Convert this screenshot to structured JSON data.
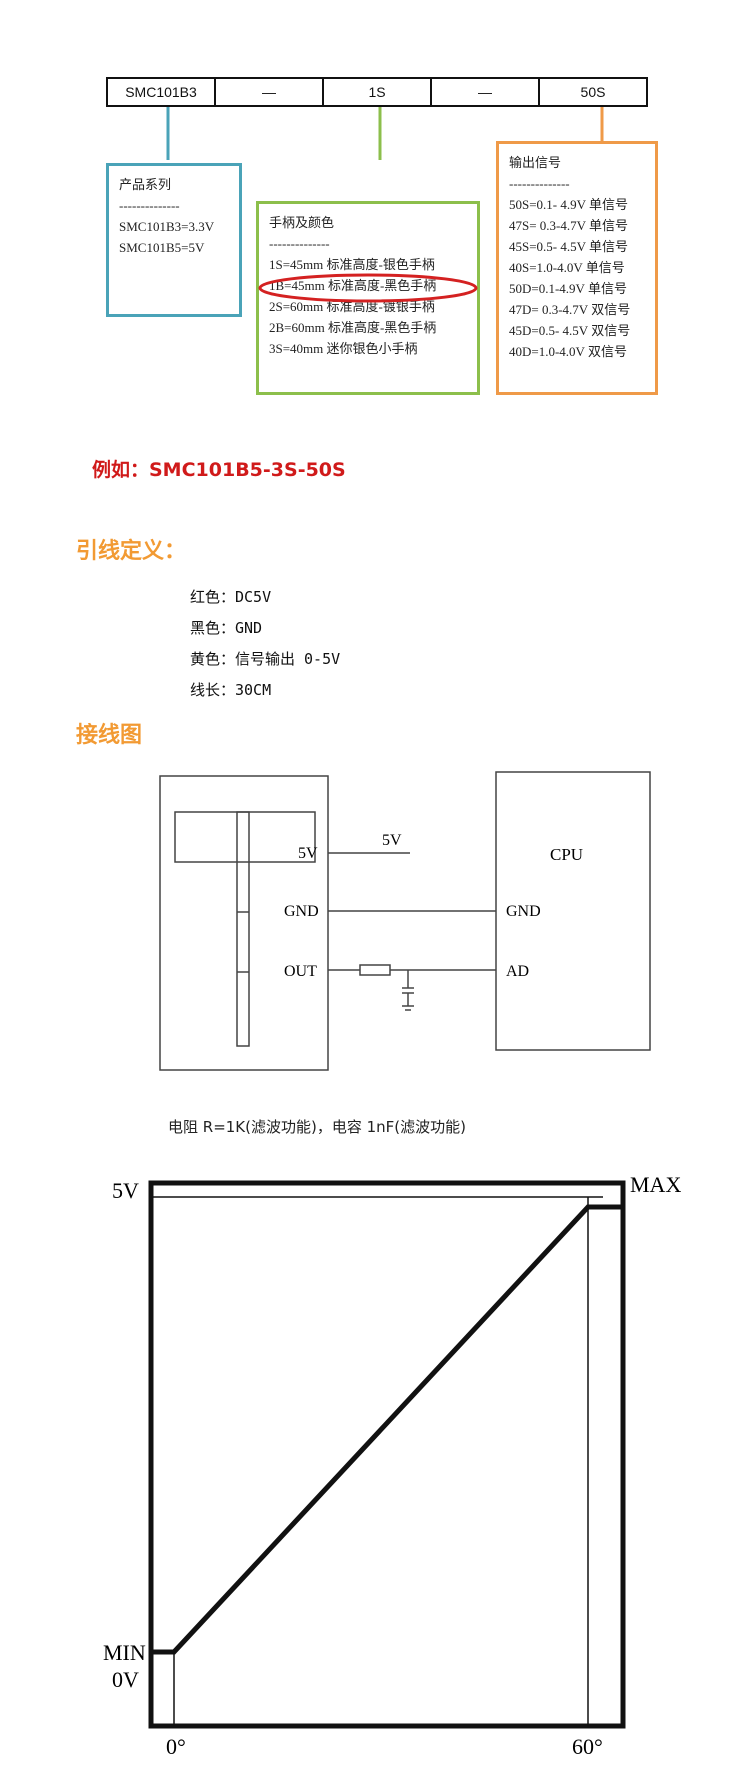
{
  "part_number": {
    "segments": [
      "SMC101B3",
      "—",
      "1S",
      "—",
      "50S"
    ]
  },
  "series_box": {
    "title": "产品系列",
    "divider": "--------------",
    "items": [
      "SMC101B3=3.3V",
      "SMC101B5=5V"
    ]
  },
  "handle_box": {
    "title": "手柄及颜色",
    "divider": "--------------",
    "items": [
      "1S=45mm 标准高度-银色手柄",
      "1B=45mm 标准高度-黑色手柄",
      "2S=60mm 标准高度-镀银手柄",
      "2B=60mm 标准高度-黑色手柄",
      "3S=40mm 迷你银色小手柄"
    ]
  },
  "signal_box": {
    "title": "输出信号",
    "divider": "--------------",
    "items": [
      "50S=0.1- 4.9V 单信号",
      "47S= 0.3-4.7V 单信号",
      "45S=0.5- 4.5V 单信号",
      "40S=1.0-4.0V 单信号",
      "50D=0.1-4.9V 单信号",
      "47D= 0.3-4.7V 双信号",
      "45D=0.5- 4.5V 双信号",
      "40D=1.0-4.0V 双信号"
    ]
  },
  "example": "例如：SMC101B5-3S-50S",
  "wire_section": {
    "title": "引线定义：",
    "items": [
      "红色：DC5V",
      "黑色：GND",
      "黄色：信号输出 0-5V",
      "线长：30CM"
    ]
  },
  "wiring_section": {
    "title": "接线图",
    "labels": {
      "pin_5v": "5V",
      "supply_5v": "5V",
      "pin_gnd": "GND",
      "pin_out": "OUT",
      "cpu": "CPU",
      "cpu_gnd": "GND",
      "cpu_ad": "AD"
    },
    "caption": "电阻 R=1K(滤波功能)，电容 1nF(滤波功能)"
  },
  "chart_data": {
    "type": "line",
    "title": "",
    "x_tick_labels": [
      "0°",
      "60°"
    ],
    "y_tick_labels": [
      "MIN",
      "0V",
      "5V"
    ],
    "max_label": "MAX",
    "series": [
      {
        "name": "",
        "x": [
          -5,
          0,
          60,
          65
        ],
        "y": [
          "MIN",
          "MIN",
          "MAX",
          "MAX"
        ]
      }
    ],
    "grid": false,
    "colors": {
      "axis": "#111111",
      "line": "#111111",
      "highlight": "#d42121"
    }
  }
}
